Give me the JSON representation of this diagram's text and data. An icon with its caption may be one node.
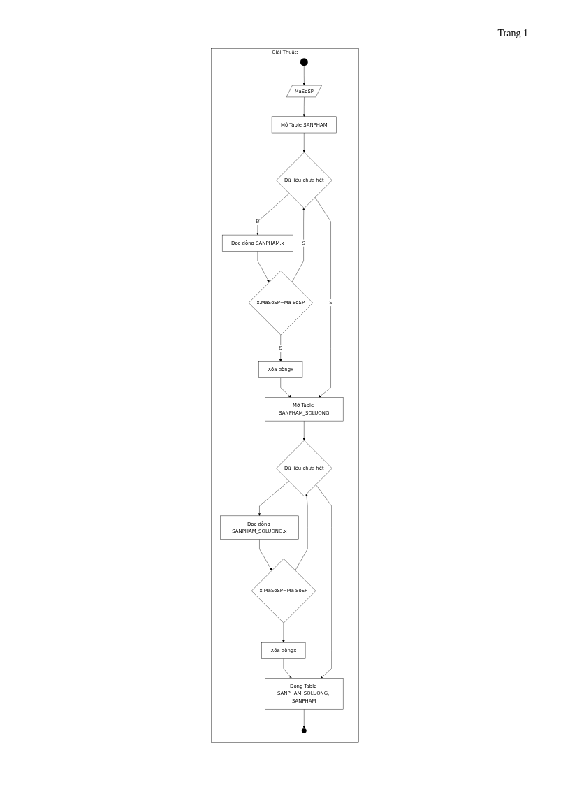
{
  "diagram": {
    "nodes": [
      {
        "text": [
          "Giải Thuật:"
        ]
      },
      {
        "text": [],
        "shape": "circle",
        "in": 0
      },
      {
        "text": [
          "MaSoSP"
        ],
        "in": 0
      },
      {
        "text": [
          "Mở Table SANPHAM"
        ],
        "in": 0
      },
      {
        "text": [
          "Dữ liệu chưa hết"
        ],
        "in": 0
      },
      {
        "text": [
          "Đọc dòng SANPHAM.x"
        ],
        "in": 0
      },
      {
        "text": [
          "x.MaSoSP=Ma SoSP"
        ],
        "in": 0
      },
      {
        "text": [
          "Xóa dòngx"
        ],
        "in": 0
      },
      {
        "text": [
          "Mở Table SANPHAM_SOLUONG"
        ],
        "in": 0
      },
      {
        "text": [
          "Dữ liệu chưa hết"
        ],
        "in": 0
      },
      {
        "text": [
          "Đọc dòng SANPHAM_SOLUONG.x"
        ],
        "in": 0
      },
      {
        "text": [
          "x.MaSoSP=Ma SoSP"
        ],
        "in": 0
      },
      {
        "text": [
          "Xóa dòngx"
        ],
        "in": 0
      },
      {
        "text": [
          "Đóng Table SANPHAM_SOLUONG, SANPHAM"
        ],
        "in": 0
      },
      {
        "text": [],
        "shape": "circle",
        "in": 0
      }
    ],
    "edges": [
      {
        "from": 1,
        "to": 2,
        "arrow": "to"
      },
      {
        "from": 2,
        "to": 3,
        "arrow": "to"
      },
      {
        "from": 3,
        "to": 4,
        "arrow": "to"
      },
      {
        "from": 4,
        "to": 5,
        "arrow": "to",
        "label": "Đ"
      },
      {
        "from": 5,
        "to": 6,
        "arrow": "to"
      },
      {
        "from": 6,
        "to": 4,
        "arrow": "to",
        "label": "S"
      },
      {
        "from": 6,
        "to": 7,
        "arrow": "to",
        "label": "Đ"
      },
      {
        "from": 7,
        "to": 8,
        "arrow": "to"
      },
      {
        "from": 4,
        "to": 8,
        "arrow": "to",
        "label": "S"
      },
      {
        "from": 8,
        "to": 9,
        "arrow": "to"
      },
      {
        "from": 9,
        "to": 10,
        "arrow": "to"
      },
      {
        "from": 10,
        "to": 11,
        "arrow": "to"
      },
      {
        "from": 11,
        "to": 9,
        "arrow": "to"
      },
      {
        "from": 11,
        "to": 12,
        "arrow": "to"
      },
      {
        "from": 12,
        "to": 13,
        "arrow": "to"
      },
      {
        "from": 9,
        "to": 13,
        "arrow": "to"
      },
      {
        "from": 13,
        "to": 14,
        "arrow": "to"
      }
    ],
    "labels": [
      "Trang 1"
    ]
  }
}
